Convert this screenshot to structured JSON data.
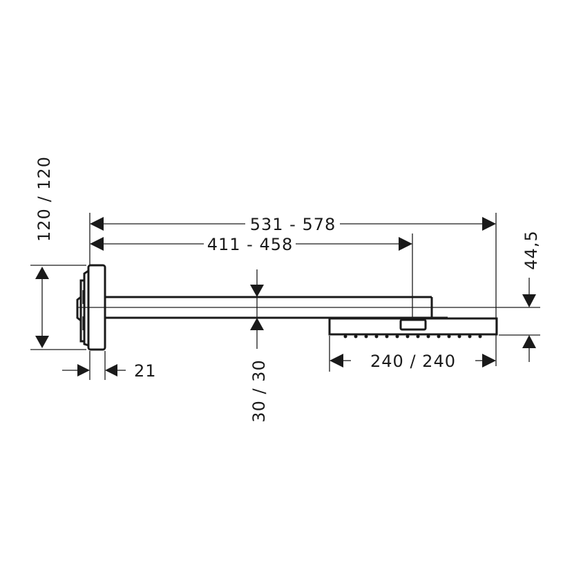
{
  "drawing": {
    "type": "technical-dimension-drawing",
    "subject": "wall-mounted overhead shower with arm",
    "line_color": "#1a1a1a",
    "background": "#ffffff"
  },
  "dimensions": {
    "overall_length": "531 - 578",
    "arm_length": "411 - 458",
    "wall_plate_size": "120 / 120",
    "wall_plate_depth": "21",
    "arm_cross_section": "30 / 30",
    "head_size": "240 / 240",
    "head_offset": "44,5"
  }
}
